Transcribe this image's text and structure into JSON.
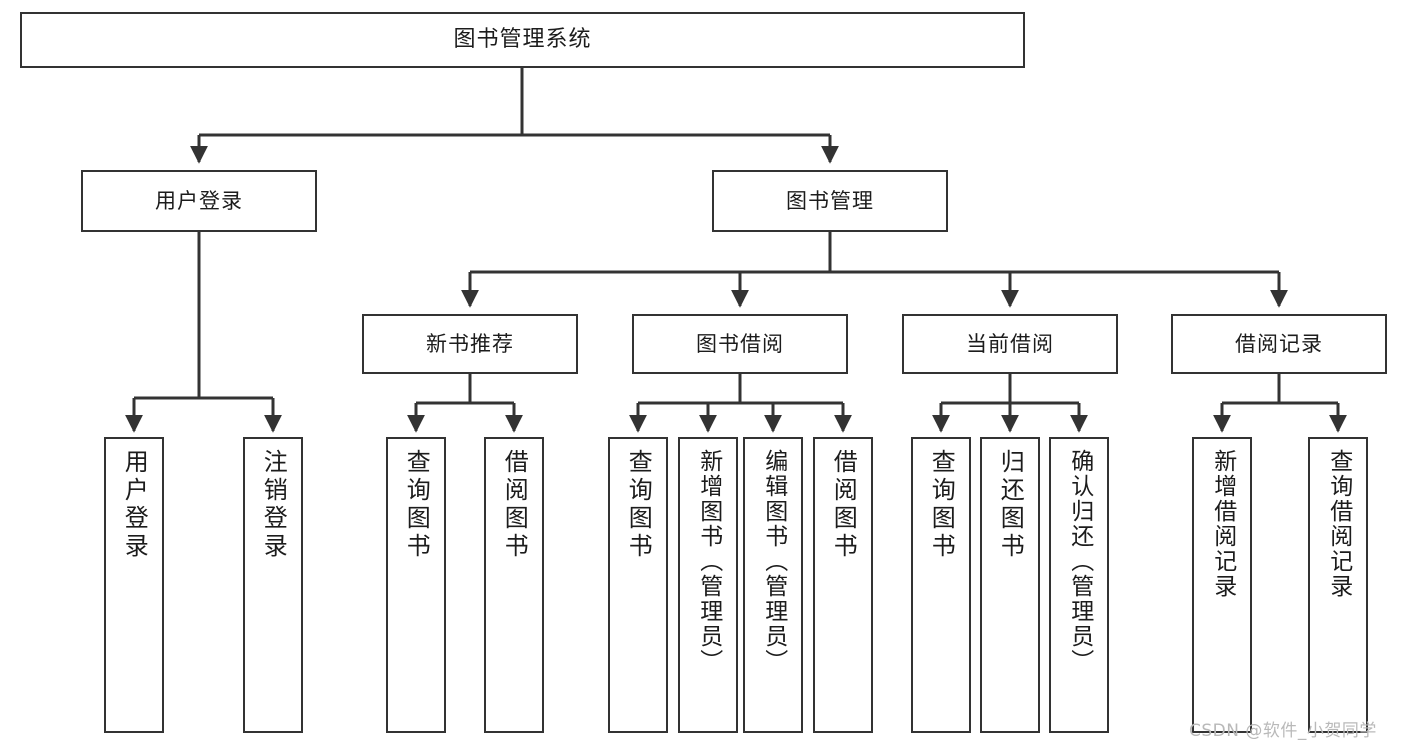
{
  "diagram": {
    "title": "图书管理系统",
    "type": "hierarchy-tree",
    "watermark": "CSDN @软件_小贺同学",
    "colors": {
      "background": "#ffffff",
      "box_border": "#333333",
      "box_fill": "#ffffff",
      "connector": "#333333",
      "text": "#1c1c1c",
      "watermark": "#b9b9b9"
    },
    "root": {
      "label": "图书管理系统"
    },
    "level2": [
      {
        "label": "用户登录"
      },
      {
        "label": "图书管理"
      }
    ],
    "level3": [
      {
        "label": "新书推荐"
      },
      {
        "label": "图书借阅"
      },
      {
        "label": "当前借阅"
      },
      {
        "label": "借阅记录"
      }
    ],
    "leaves": {
      "user_login": [
        {
          "label": "用户登录"
        },
        {
          "label": "注销登录"
        }
      ],
      "new_book_recommend": [
        {
          "label": "查询图书"
        },
        {
          "label": "借阅图书"
        }
      ],
      "book_borrow": [
        {
          "label": "查询图书"
        },
        {
          "label": "新增图书（管理员）"
        },
        {
          "label": "编辑图书（管理员）"
        },
        {
          "label": "借阅图书"
        }
      ],
      "current_borrow": [
        {
          "label": "查询图书"
        },
        {
          "label": "归还图书"
        },
        {
          "label": "确认归还（管理员）"
        }
      ],
      "borrow_record": [
        {
          "label": "新增借阅记录"
        },
        {
          "label": "查询借阅记录"
        }
      ]
    }
  }
}
